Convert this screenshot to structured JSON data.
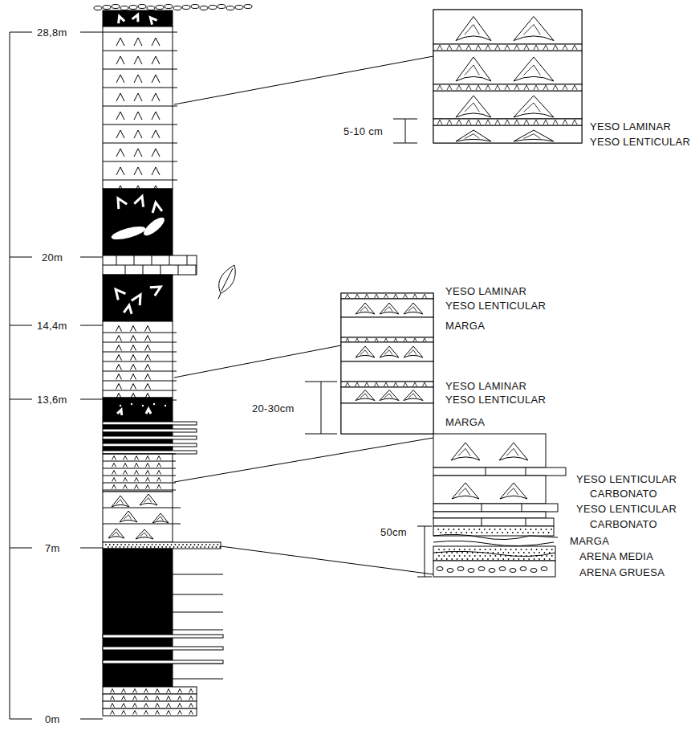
{
  "diagram": {
    "labels": [
      "28,8m",
      "20m",
      "14,4m",
      "13,6m",
      "7m",
      "0m",
      "YESO LAMINAR",
      "YESO LENTICULAR",
      "5-10 cm",
      "YESO LAMINAR",
      "YESO LENTICULAR",
      "MARGA",
      "YESO LAMINAR",
      "YESO LENTICULAR",
      "20-30cm",
      "MARGA",
      "YESO LENTICULAR",
      "CARBONATO",
      "YESO LENTICULAR",
      "CARBONATO",
      "50cm",
      "MARGA",
      "ARENA MEDIA",
      "ARENA GRUESA"
    ]
  }
}
